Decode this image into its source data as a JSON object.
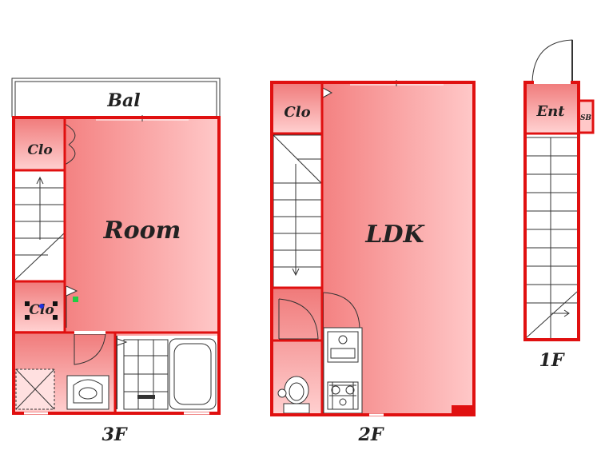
{
  "colors": {
    "wall": "#e01010",
    "room_dark": "#f07070",
    "room_light": "#ffc4c4",
    "line": "#333333"
  },
  "floors": {
    "f3": {
      "label": "3F",
      "rooms": {
        "balcony": "Bal",
        "room": "Room",
        "closet_top": "Clo",
        "closet_bottom": "Clo"
      }
    },
    "f2": {
      "label": "2F",
      "rooms": {
        "living": "LDK",
        "closet": "Clo"
      }
    },
    "f1": {
      "label": "1F",
      "rooms": {
        "entrance": "Ent",
        "shoe_box": "SB"
      }
    }
  }
}
